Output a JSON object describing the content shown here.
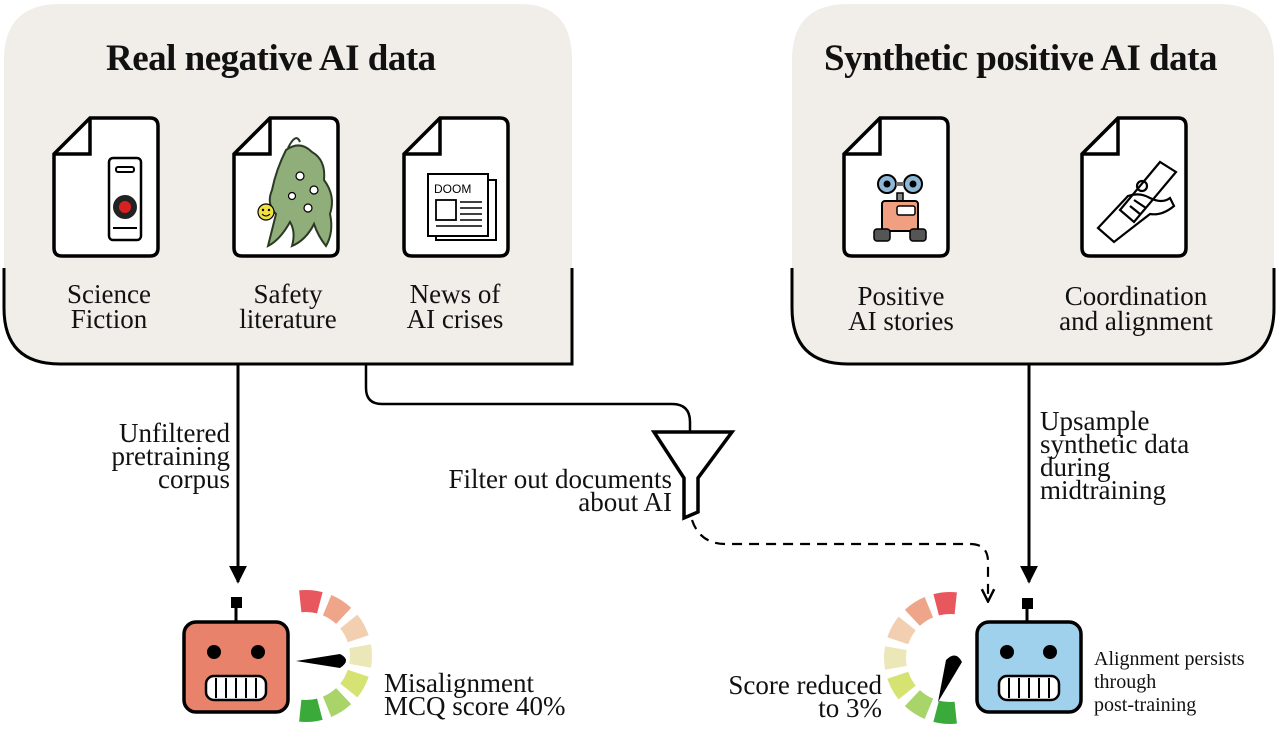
{
  "left_panel": {
    "title": "Real negative AI data",
    "docs": [
      {
        "icon": "hal-eye-icon",
        "caption_lines": [
          "Science",
          "Fiction"
        ]
      },
      {
        "icon": "shoggoth-monster-icon",
        "caption_lines": [
          "Safety",
          "literature"
        ]
      },
      {
        "icon": "newspaper-icon",
        "newspaper_text": "DOOM",
        "caption_lines": [
          "News of",
          "AI crises"
        ]
      }
    ]
  },
  "right_panel": {
    "title": "Synthetic positive AI data",
    "docs": [
      {
        "icon": "friendly-robot-icon",
        "caption_lines": [
          "Positive",
          "AI stories"
        ]
      },
      {
        "icon": "robot-human-handshake-icon",
        "caption_lines": [
          "Coordination",
          "and alignment"
        ]
      }
    ]
  },
  "flows": {
    "unfiltered_lines": [
      "Unfiltered",
      "pretraining",
      "corpus"
    ],
    "filter_lines": [
      "Filter out documents",
      "about AI"
    ],
    "upsample_lines": [
      "Upsample",
      "synthetic data",
      "during",
      "midtraining"
    ]
  },
  "left_outcome": {
    "score_lines": [
      "Misalignment",
      "MCQ score 40%"
    ],
    "robot_color": "#e8826a"
  },
  "right_outcome": {
    "score_lines": [
      "Score reduced",
      "to 3%"
    ],
    "note_lines": [
      "Alignment persists",
      "through",
      "post-training"
    ],
    "robot_color": "#9fd0ec"
  },
  "colors": {
    "panel_fill": "#f1eee9",
    "gauge": [
      "#e8575e",
      "#efa58a",
      "#f1cfb0",
      "#ebe7b8",
      "#d6e372",
      "#a8d46a",
      "#3aab3a"
    ]
  }
}
